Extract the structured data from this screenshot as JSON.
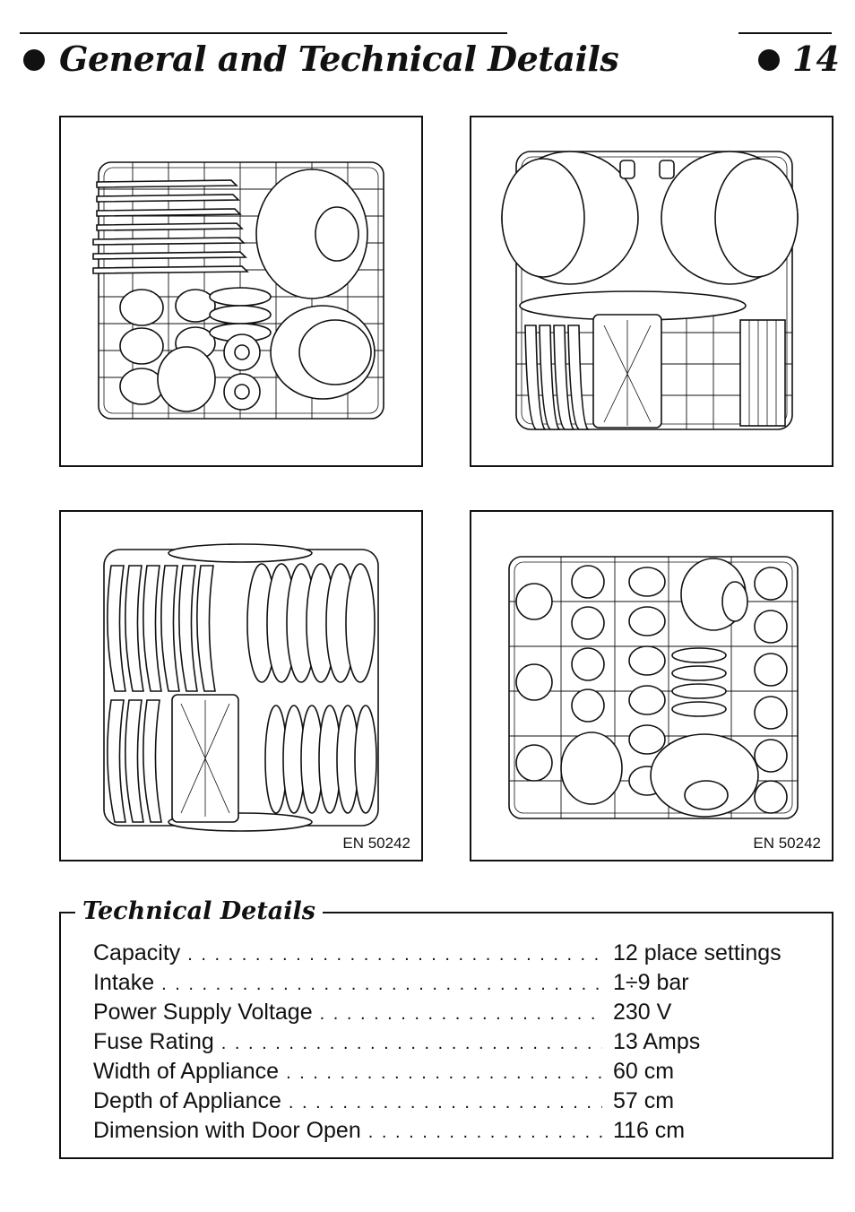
{
  "header": {
    "title": "General and Technical Details",
    "page_number": "14"
  },
  "figures": [
    {
      "name": "upper-basket-loading",
      "code": ""
    },
    {
      "name": "lower-basket-pots-loading",
      "code": ""
    },
    {
      "name": "lower-basket-plates-loading",
      "code": "EN 50242"
    },
    {
      "name": "upper-basket-cups-loading",
      "code": "EN 50242"
    }
  ],
  "technical_details": {
    "heading": "Technical Details",
    "rows": [
      {
        "label": "Capacity",
        "value": "12 place settings"
      },
      {
        "label": "Intake",
        "value": "1÷9 bar"
      },
      {
        "label": "Power Supply Voltage",
        "value": "230 V"
      },
      {
        "label": "Fuse Rating",
        "value": "13 Amps"
      },
      {
        "label": "Width of Appliance",
        "value": "60 cm"
      },
      {
        "label": "Depth of Appliance",
        "value": "57 cm"
      },
      {
        "label": "Dimension with Door Open",
        "value": "116 cm"
      }
    ]
  }
}
